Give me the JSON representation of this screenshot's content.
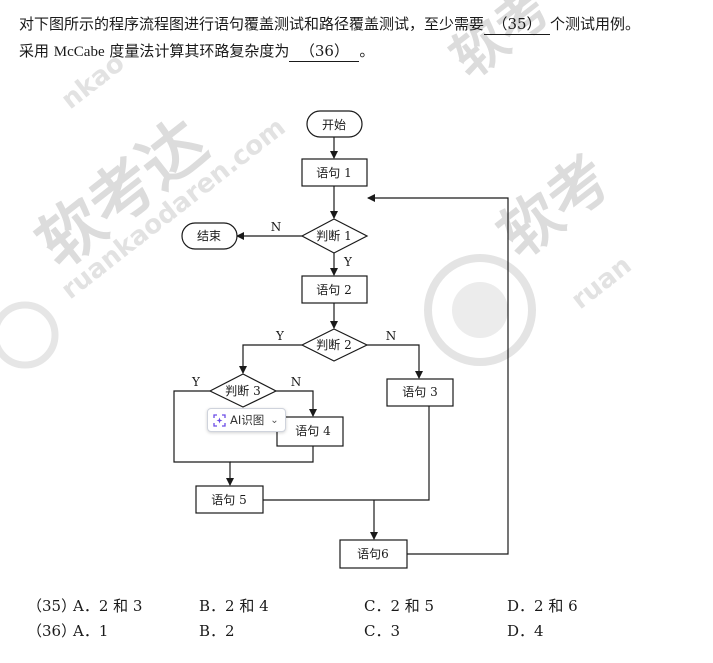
{
  "question": {
    "line1_before": "对下图所示的程序流程图进行语句覆盖测试和路径覆盖测试，至少需要",
    "blank_35": "（35）",
    "line1_after": "个测试用例。",
    "line2_before": "采用",
    "line2_mccabe": "McCabe",
    "line2_middle": " 度量法计算其环路复杂度为",
    "blank_36": "（36）",
    "line2_after": "。"
  },
  "flowchart": {
    "start": "开始",
    "end": "结束",
    "stmt1": "语句 1",
    "stmt2": "语句 2",
    "stmt3": "语句 3",
    "stmt4": "语句 4",
    "stmt5": "语句 5",
    "stmt6": "语句6",
    "decision1": "判断 1",
    "decision2": "判断 2",
    "decision3": "判断 3",
    "label_n1": "N",
    "label_y1": "Y",
    "label_y2": "Y",
    "label_n2": "N",
    "label_y3": "Y",
    "label_n3": "N"
  },
  "ai_chip": {
    "label": "AI识图",
    "icon": "ai-scan-icon"
  },
  "options": {
    "q35": {
      "num": "（35）",
      "a": "A．2 和 3",
      "b": "B．2 和 4",
      "c": "C．2 和 5",
      "d": "D．2 和 6"
    },
    "q36": {
      "num": "（36）",
      "a": "A．1",
      "b": "B．2",
      "c": "C．3",
      "d": "D．4"
    }
  },
  "watermark": {
    "brand": "软考达",
    "url": "ruankaodaren.com",
    "color": "#c8c8c8"
  }
}
